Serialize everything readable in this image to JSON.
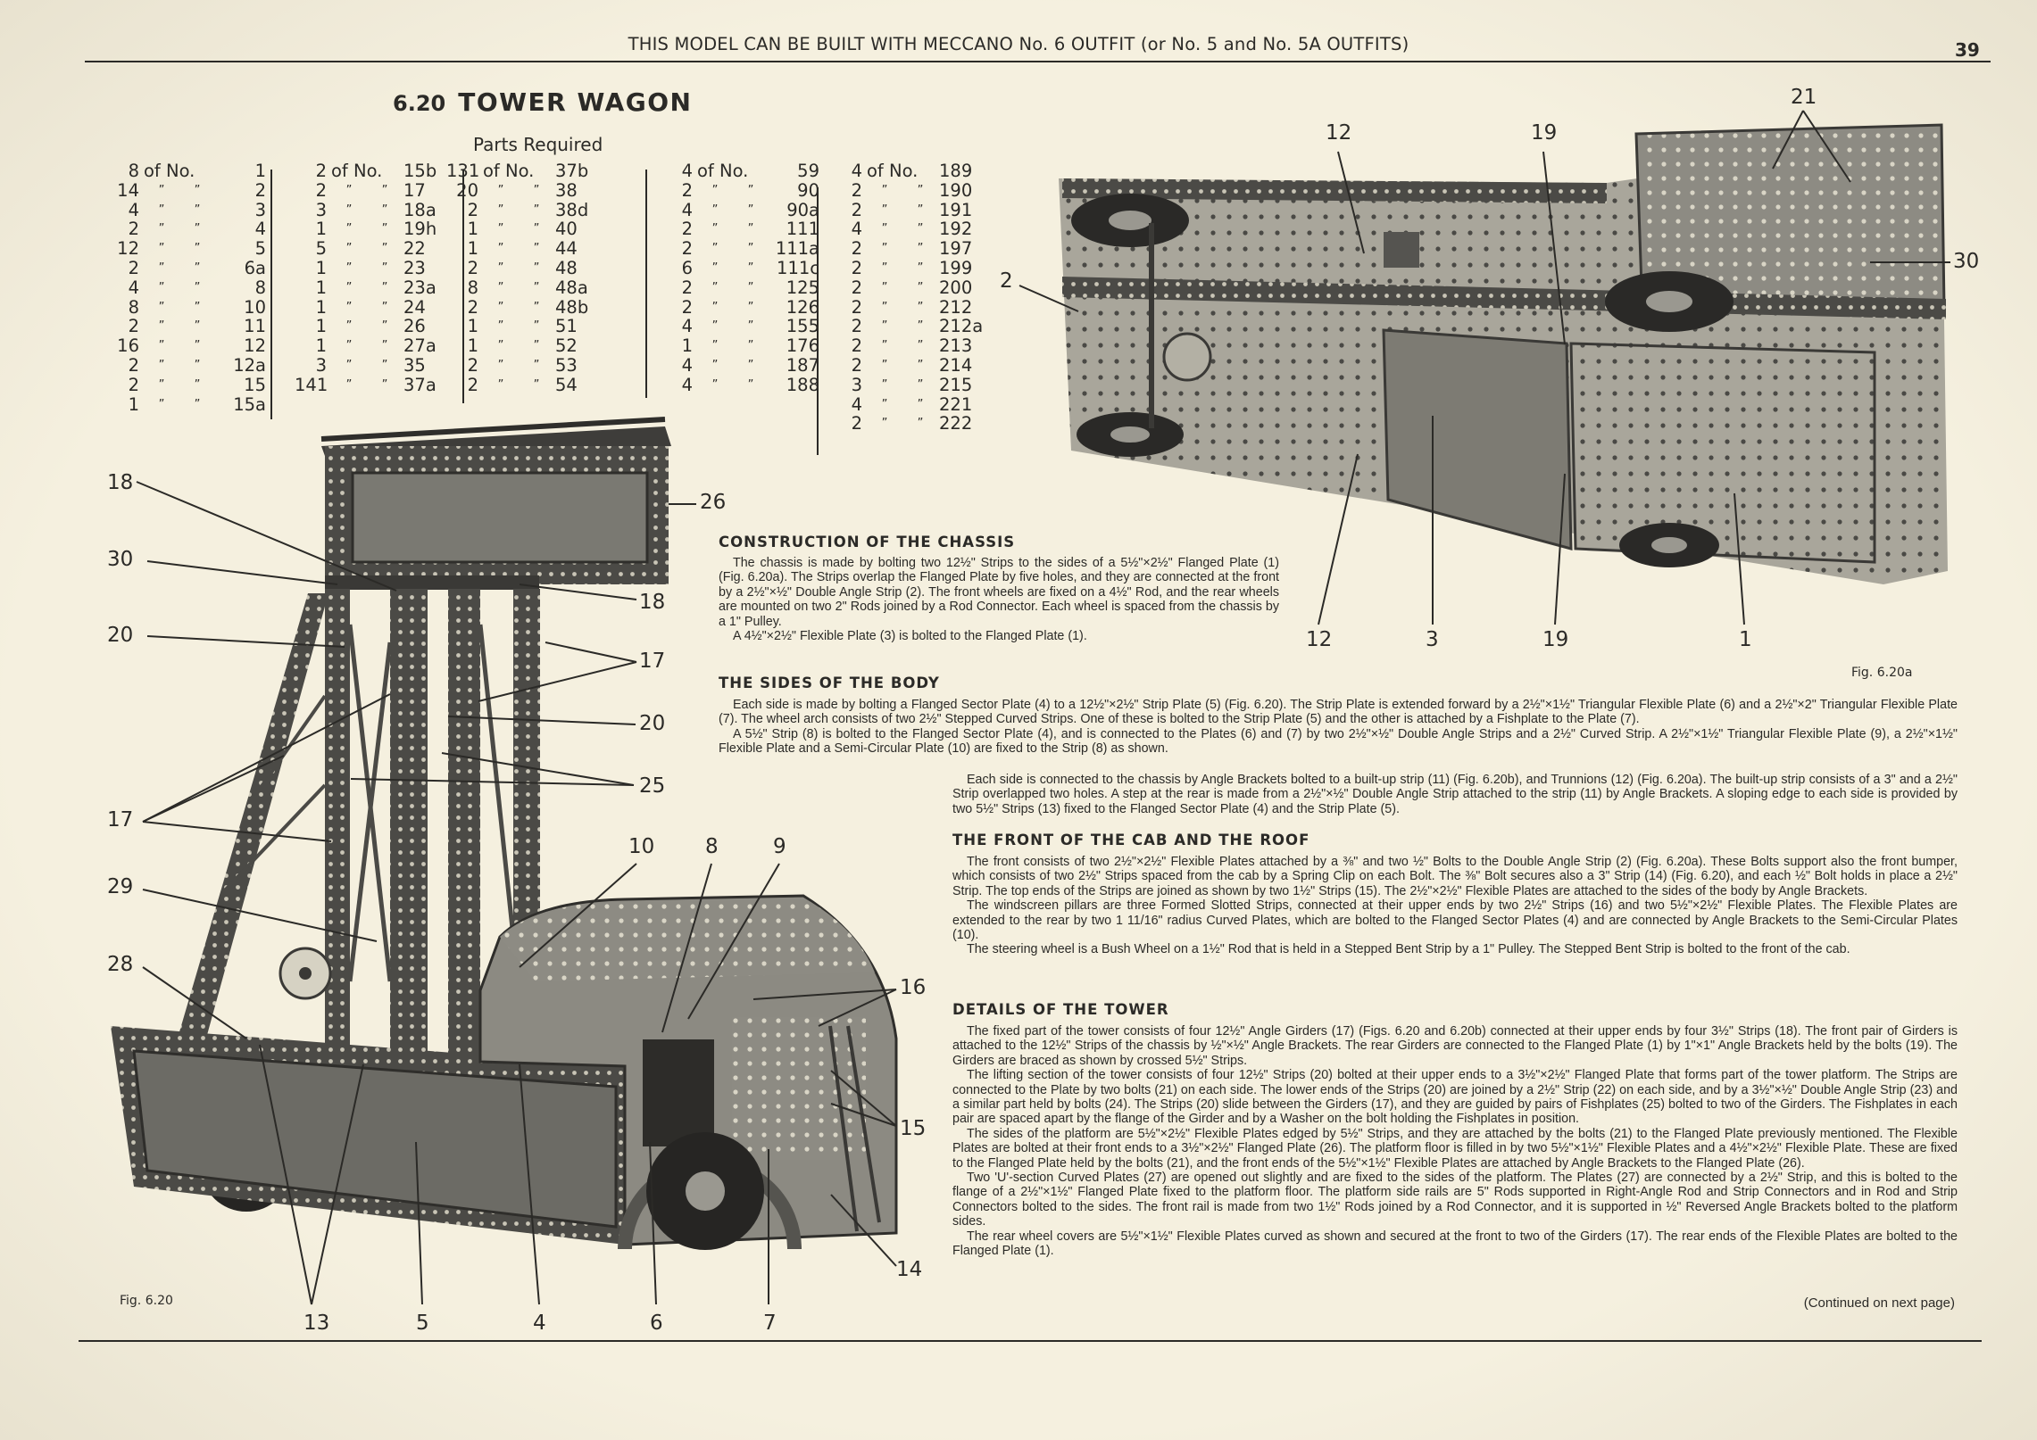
{
  "header": {
    "text": "THIS MODEL CAN BE BUILT WITH MECCANO No. 6 OUTFIT (or No. 5 and No. 5A OUTFITS)",
    "page_number": "39"
  },
  "title": {
    "number": "6.20",
    "name": "TOWER WAGON"
  },
  "parts": {
    "heading": "Parts Required",
    "of_no": "of No.",
    "ditto": "”",
    "columns": [
      [
        [
          "8",
          "1"
        ],
        [
          "14",
          "2"
        ],
        [
          "4",
          "3"
        ],
        [
          "2",
          "4"
        ],
        [
          "12",
          "5"
        ],
        [
          "2",
          "6a"
        ],
        [
          "4",
          "8"
        ],
        [
          "8",
          "10"
        ],
        [
          "2",
          "11"
        ],
        [
          "16",
          "12"
        ],
        [
          "2",
          "12a"
        ],
        [
          "2",
          "15"
        ],
        [
          "1",
          "15a"
        ]
      ],
      [
        [
          "2",
          "15b"
        ],
        [
          "2",
          "17"
        ],
        [
          "3",
          "18a"
        ],
        [
          "1",
          "19h"
        ],
        [
          "5",
          "22"
        ],
        [
          "1",
          "23"
        ],
        [
          "1",
          "23a"
        ],
        [
          "1",
          "24"
        ],
        [
          "1",
          "26"
        ],
        [
          "1",
          "27a"
        ],
        [
          "3",
          "35"
        ],
        [
          "141",
          "37a"
        ]
      ],
      [
        [
          "131",
          "37b"
        ],
        [
          "20",
          "38"
        ],
        [
          "2",
          "38d"
        ],
        [
          "1",
          "40"
        ],
        [
          "1",
          "44"
        ],
        [
          "2",
          "48"
        ],
        [
          "8",
          "48a"
        ],
        [
          "2",
          "48b"
        ],
        [
          "1",
          "51"
        ],
        [
          "1",
          "52"
        ],
        [
          "2",
          "53"
        ],
        [
          "2",
          "54"
        ]
      ],
      [
        [
          "4",
          "59"
        ],
        [
          "2",
          "90"
        ],
        [
          "4",
          "90a"
        ],
        [
          "2",
          "111"
        ],
        [
          "2",
          "111a"
        ],
        [
          "6",
          "111c"
        ],
        [
          "2",
          "125"
        ],
        [
          "2",
          "126"
        ],
        [
          "4",
          "155"
        ],
        [
          "1",
          "176"
        ],
        [
          "4",
          "187"
        ],
        [
          "4",
          "188"
        ]
      ],
      [
        [
          "4",
          "189"
        ],
        [
          "2",
          "190"
        ],
        [
          "2",
          "191"
        ],
        [
          "4",
          "192"
        ],
        [
          "2",
          "197"
        ],
        [
          "2",
          "199"
        ],
        [
          "2",
          "200"
        ],
        [
          "2",
          "212"
        ],
        [
          "2",
          "212a"
        ],
        [
          "2",
          "213"
        ],
        [
          "2",
          "214"
        ],
        [
          "3",
          "215"
        ],
        [
          "4",
          "221"
        ],
        [
          "2",
          "222"
        ]
      ]
    ]
  },
  "figures": {
    "fig_6_20": {
      "caption": "Fig. 6.20",
      "callouts": [
        "18",
        "30",
        "20",
        "17",
        "29",
        "28",
        "26",
        "18",
        "17",
        "20",
        "25",
        "10",
        "8",
        "9",
        "16",
        "15",
        "14",
        "13",
        "5",
        "4",
        "6",
        "7"
      ]
    },
    "fig_6_20a": {
      "caption": "Fig. 6.20a",
      "callouts": [
        "12",
        "19",
        "21",
        "30",
        "2",
        "12",
        "3",
        "19",
        "1"
      ]
    }
  },
  "sections": [
    {
      "heading": "CONSTRUCTION OF THE CHASSIS",
      "paragraphs": [
        "The chassis is made by bolting two 12½\" Strips to the sides of a 5½\"×2½\" Flanged Plate (1) (Fig. 6.20a). The Strips overlap the Flanged Plate by five holes, and they are connected at the front by a 2½\"×½\" Double Angle Strip (2). The front wheels are fixed on a 4½\" Rod, and the rear wheels are mounted on two 2\" Rods joined by a Rod Connector. Each wheel is spaced from the chassis by a 1\" Pulley.",
        "A 4½\"×2½\" Flexible Plate (3) is bolted to the Flanged Plate (1)."
      ]
    },
    {
      "heading": "THE SIDES OF THE BODY",
      "paragraphs": [
        "Each side is made by bolting a Flanged Sector Plate (4) to a 12½\"×2½\" Strip Plate (5) (Fig. 6.20). The Strip Plate is extended forward by a 2½\"×1½\" Triangular Flexible Plate (6) and a 2½\"×2\" Triangular Flexible Plate (7). The wheel arch consists of two 2½\" Stepped Curved Strips. One of these is bolted to the Strip Plate (5) and the other is attached by a Fishplate to the Plate (7).",
        "A 5½\" Strip (8) is bolted to the Flanged Sector Plate (4), and is connected to the Plates (6) and (7) by two 2½\"×½\" Double Angle Strips and a 2½\" Curved Strip. A 2½\"×1½\" Triangular Flexible Plate (9), a 2½\"×1½\" Flexible Plate and a Semi-Circular Plate (10) are fixed to the Strip (8) as shown.",
        "Each side is connected to the chassis by Angle Brackets bolted to a built-up strip (11) (Fig. 6.20b), and Trunnions (12) (Fig. 6.20a). The built-up strip consists of a 3\" and a 2½\" Strip overlapped two holes. A step at the rear is made from a 2½\"×½\" Double Angle Strip attached to the strip (11) by Angle Brackets. A sloping edge to each side is provided by two 5½\" Strips (13) fixed to the Flanged Sector Plate (4) and the Strip Plate (5)."
      ]
    },
    {
      "heading": "THE FRONT OF THE CAB AND THE ROOF",
      "paragraphs": [
        "The front consists of two 2½\"×2½\" Flexible Plates attached by a ⅜\" and two ½\" Bolts to the Double Angle Strip (2) (Fig. 6.20a). These Bolts support also the front bumper, which consists of two 2½\" Strips spaced from the cab by a Spring Clip on each Bolt. The ⅜\" Bolt secures also a 3\" Strip (14) (Fig. 6.20), and each ½\" Bolt holds in place a 2½\" Strip. The top ends of the Strips are joined as shown by two 1½\" Strips (15). The 2½\"×2½\" Flexible Plates are attached to the sides of the body by Angle Brackets.",
        "The windscreen pillars are three Formed Slotted Strips, connected at their upper ends by two 2½\" Strips (16) and two 5½\"×2½\" Flexible Plates. The Flexible Plates are extended to the rear by two 1 11/16\" radius Curved Plates, which are bolted to the Flanged Sector Plates (4) and are connected by Angle Brackets to the Semi-Circular Plates (10).",
        "The steering wheel is a Bush Wheel on a 1½\" Rod that is held in a Stepped Bent Strip by a 1\" Pulley. The Stepped Bent Strip is bolted to the front of the cab."
      ]
    },
    {
      "heading": "DETAILS OF THE TOWER",
      "paragraphs": [
        "The fixed part of the tower consists of four 12½\" Angle Girders (17) (Figs. 6.20 and 6.20b) connected at their upper ends by four 3½\" Strips (18). The front pair of Girders is attached to the 12½\" Strips of the chassis by ½\"×½\" Angle Brackets.  The rear Girders are connected to the Flanged Plate (1) by 1\"×1\" Angle Brackets held by the bolts (19). The Girders are braced as shown by crossed 5½\" Strips.",
        "The lifting section of the tower consists of four 12½\" Strips (20) bolted at their upper ends to a 3½\"×2½\" Flanged Plate that forms part of the tower platform. The Strips are connected to the Plate by two bolts (21) on each side. The lower ends of the Strips (20) are joined by a 2½\" Strip (22) on each side, and by a 3½\"×½\" Double Angle Strip (23) and a similar part held by bolts (24). The Strips (20) slide between the Girders (17), and they are guided by pairs of Fishplates (25) bolted to two of the Girders. The Fishplates in each pair are spaced apart by the flange of the Girder and by a Washer on the bolt holding the Fishplates in position.",
        "The sides of the platform are 5½\"×2½\" Flexible Plates edged by 5½\" Strips, and they are attached by the bolts (21) to the Flanged Plate previously mentioned. The Flexible Plates are bolted at their front ends to a 3½\"×2½\" Flanged Plate (26). The platform floor is filled in by two 5½\"×1½\" Flexible Plates and a 4½\"×2½\" Flexible Plate. These are fixed to the Flanged Plate held by the bolts (21), and the front ends of the 5½\"×1½\" Flexible Plates are attached by Angle Brackets to the Flanged Plate (26).",
        "Two 'U'-section Curved Plates (27) are opened out slightly and are fixed to the sides of the platform. The Plates (27) are connected by a 2½\" Strip, and this is bolted to the flange of a 2½\"×1½\" Flanged Plate fixed to the platform floor. The platform side rails are 5\" Rods supported in Right-Angle Rod and Strip Connectors and in Rod and Strip Connectors bolted to the sides. The front rail is made from two 1½\" Rods joined by a Rod Connector, and it is supported in ½\" Reversed Angle Brackets bolted to the platform sides.",
        "The rear wheel covers are 5½\"×1½\" Flexible Plates curved as shown and secured at the front to two of the Girders (17). The rear ends of the Flexible Plates are bolted to the Flanged Plate (1)."
      ]
    }
  ],
  "continued": "(Continued on next page)"
}
